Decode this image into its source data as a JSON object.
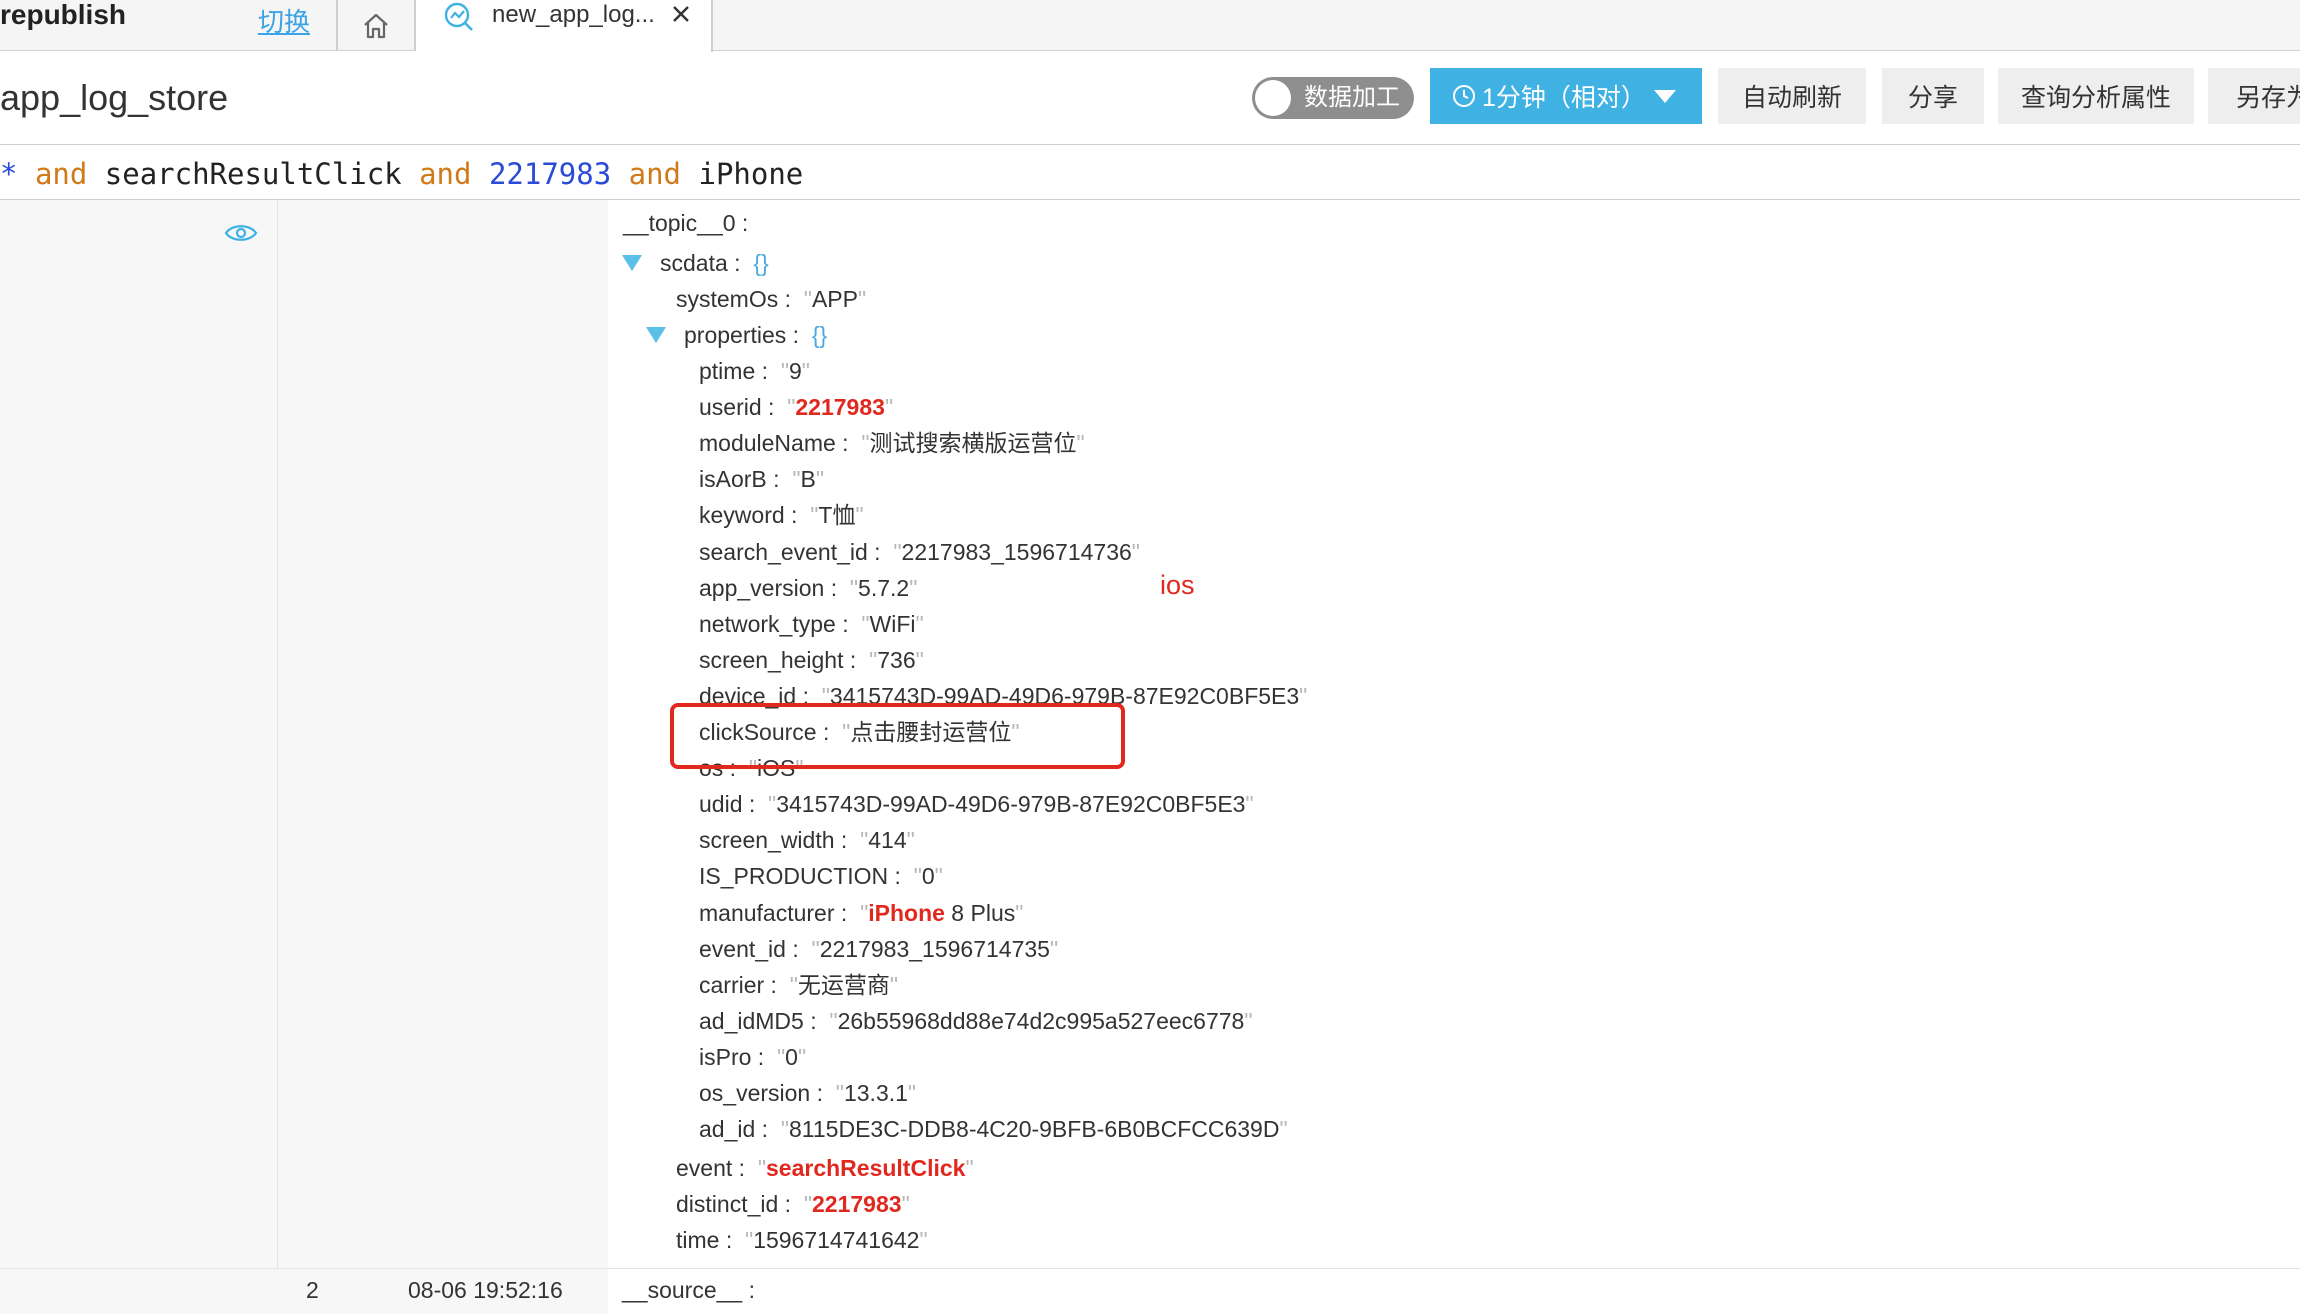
{
  "tabbar": {
    "project_name": "republish",
    "switch_label": "切换",
    "active_tab_label": "new_app_log..."
  },
  "header": {
    "store_title": "app_log_store",
    "toggle_label": "数据加工",
    "time_range_label": "1分钟（相对）",
    "auto_refresh_label": "自动刷新",
    "share_label": "分享",
    "query_props_label": "查询分析属性",
    "save_as_label": "另存为"
  },
  "query": {
    "star": "*",
    "and1": "and",
    "term1": "searchResultClick",
    "and2": "and",
    "term2": "2217983",
    "and3": "and",
    "term3": "iPhone"
  },
  "log": {
    "topic_key": "__topic__0",
    "scdata_key": "scdata",
    "scdata_brace": "{}",
    "systemOs": {
      "k": "systemOs",
      "v": "APP"
    },
    "properties_key": "properties",
    "properties_brace": "{}",
    "props": [
      {
        "k": "ptime",
        "v": "9"
      },
      {
        "k": "userid",
        "v": "2217983",
        "highlight": true
      },
      {
        "k": "moduleName",
        "v": "测试搜索横版运营位"
      },
      {
        "k": "isAorB",
        "v": "B"
      },
      {
        "k": "keyword",
        "v": "T恤"
      },
      {
        "k": "search_event_id",
        "v": "2217983_1596714736"
      },
      {
        "k": "app_version",
        "v": "5.7.2"
      },
      {
        "k": "network_type",
        "v": "WiFi"
      },
      {
        "k": "screen_height",
        "v": "736"
      },
      {
        "k": "device_id",
        "v": "3415743D-99AD-49D6-979B-87E92C0BF5E3"
      },
      {
        "k": "clickSource",
        "v": "点击腰封运营位"
      },
      {
        "k": "os",
        "v": "iOS"
      },
      {
        "k": "udid",
        "v": "3415743D-99AD-49D6-979B-87E92C0BF5E3"
      },
      {
        "k": "screen_width",
        "v": "414"
      },
      {
        "k": "IS_PRODUCTION",
        "v": "0"
      },
      {
        "k": "manufacturer",
        "v_hl": "iPhone",
        "v": " 8 Plus"
      },
      {
        "k": "event_id",
        "v": "2217983_1596714735"
      },
      {
        "k": "carrier",
        "v": "无运营商"
      },
      {
        "k": "ad_idMD5",
        "v": "26b55968dd88e74d2c995a527eec6778"
      },
      {
        "k": "isPro",
        "v": "0"
      },
      {
        "k": "os_version",
        "v": "13.3.1"
      },
      {
        "k": "ad_id",
        "v": "8115DE3C-DDB8-4C20-9BFB-6B0BCFCC639D"
      }
    ],
    "event": {
      "k": "event",
      "v": "searchResultClick"
    },
    "distinct_id": {
      "k": "distinct_id",
      "v": "2217983"
    },
    "time": {
      "k": "time",
      "v": "1596714741642"
    },
    "annotation": "ios"
  },
  "row2": {
    "index": "2",
    "timestamp": "08-06 19:52:16",
    "source_key": "__source__"
  },
  "colors": {
    "accent": "#3fb2e3",
    "highlight": "#e0281e",
    "link": "#3aa4e6"
  }
}
